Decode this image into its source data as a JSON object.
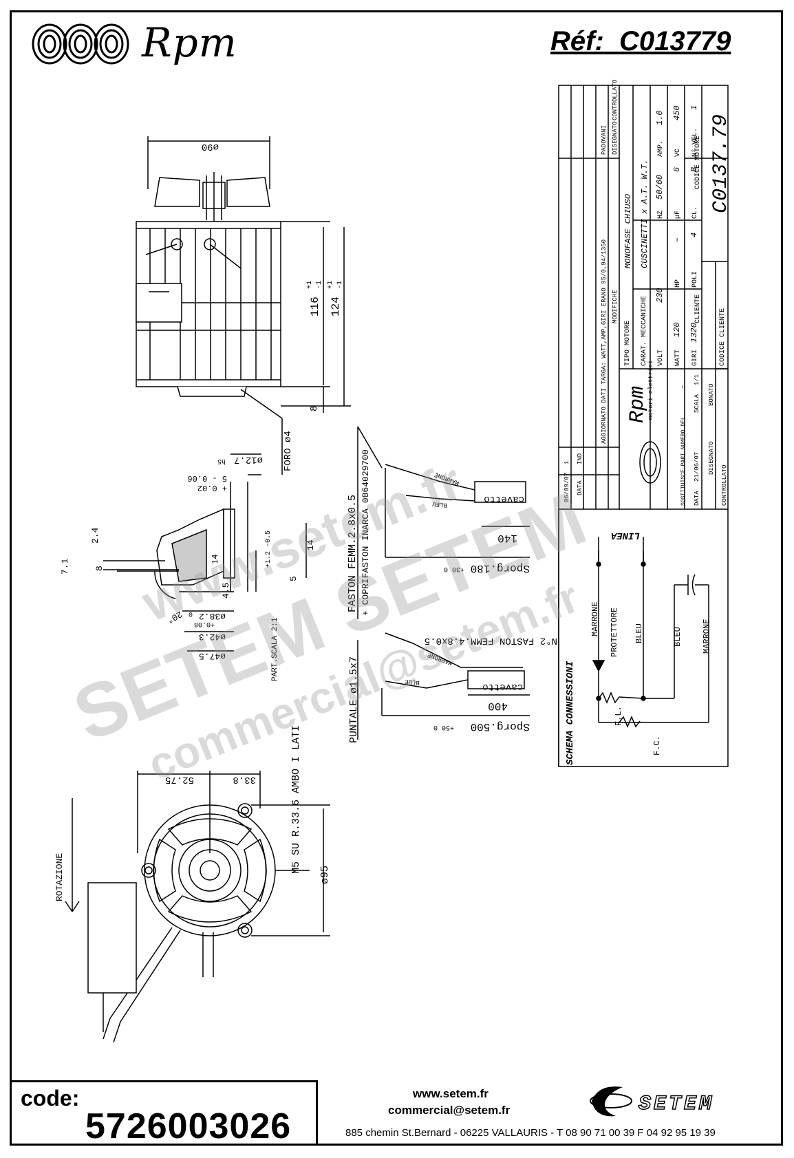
{
  "header": {
    "brand_name": "Rpm",
    "ref_label": "Réf:",
    "ref_value": "C013779"
  },
  "drawing": {
    "fan_diameter": "ø90",
    "dim_116": "116",
    "dim_124": "124",
    "tol_plus": "+1",
    "tol_minus": "-1",
    "dim_8_side": "8",
    "foro": "FORO ø4",
    "shaft_d127": "ø12.7",
    "tol_h5": "h5",
    "shaft_tol_upper": "5 - 0.06",
    "shaft_tol_lower": "+ 0.02",
    "dim_24": "2.4",
    "dim_71": "7.1",
    "dim_8": "8",
    "dim_14a": "14",
    "dim_14b": "14",
    "dim_12_05": "+1.2 -0.5",
    "dim_5": "5",
    "dim_45": "4.5",
    "angle_20": "20°",
    "dim_382": "ø38.2",
    "tol_0": "0",
    "tol_008": "+0.08",
    "dim_423": "ø42.3",
    "dim_475": "ø47.5",
    "part_scala": "PART.SCALA 2:1",
    "dim_5275": "52.75",
    "dim_338": "33.8",
    "m5": "M5 SU R.33.6 AMBO I LATI",
    "dim_95": "ø95",
    "rotazione": "ROTAZIONE",
    "faston1": "FASTON FEMM.2.8x0.5",
    "coprifaston": "+ COPRIFASTON INARCA 0864029700",
    "marrone_small": "MARRONE",
    "bleu_small": "BLEU",
    "cavetto": "cavetto",
    "dim_140": "140",
    "sporg180": "Sporg.180",
    "sporg180_tol": "+30 0",
    "n2_faston": "N°2 FASTON FEMM.4.8x0.5",
    "marrone_small2": "MARRONE",
    "blue_small": "BLUE",
    "cavetto2": "cavetto",
    "dim_400": "400",
    "sporg500": "Sporg.500",
    "sporg500_tol": "+50 0",
    "puntale": "PUNTALE ø1.5x7"
  },
  "title_block": {
    "rev_no": "1",
    "rev_date": "06/09/07",
    "rev_note": "AGGIORNATO DATI TARGA: WATT,AMP,GIRI ERANO 95/0,94/1350",
    "ind": "IND",
    "data": "DATA",
    "modifiche": "MODIFICHE",
    "padovani": "PADOVANI",
    "disegnato": "DISEGNATO",
    "controllato": "CONTROLLATO",
    "tipo_motore_label": "TIPO MOTORE",
    "tipo_motore_value": "MONOFASE CHIUSO",
    "carat_label": "CARAT. MECCANICHE",
    "carat_value": "CUSCINETTI x A.T. W.T.",
    "volt_label": "VOLT",
    "volt_value": "230",
    "hz_label": "HZ",
    "hz_value": "50/60",
    "amp_label": "AMP.",
    "amp_value": "1.0",
    "watt_label": "WATT",
    "watt_value": "120",
    "hp_label": "HP",
    "hp_value": "–",
    "uf_label": "µF",
    "uf_value": "6",
    "vc_label": "VC",
    "vc_value": "450",
    "giri_label": "GIRI",
    "giri_value": "1320",
    "poli_label": "POLI",
    "poli_value": "4",
    "cl_label": "CL.",
    "cl_value": "B",
    "nvel_label": "N° VEL.",
    "nvel_value": "1",
    "codice_motore_label": "CODICE MOTORE",
    "codice_motore_value": "C0137.79",
    "cliente_label": "CLIENTE",
    "codice_cliente_label": "CODICE CLIENTE",
    "brand": "Rpm",
    "brand_sub": "motori elettrici",
    "sostituisce": "SOSTITUISCE PARI NUMERO DEL",
    "sostituisce_value": "–",
    "data_label": "DATA",
    "data_value": "21/06/07",
    "scala_label": "SCALA",
    "scala_value": "1/1",
    "disegnato_label": "DISEGNATO",
    "bonato": "BONATO",
    "controllato_label": "CONTROLLATO"
  },
  "schema": {
    "title": "SCHEMA CONNESSIONI",
    "linea": "LINEA",
    "marrone1": "MARRONE",
    "protettore": "PROTETTORE",
    "bleu1": "BLEU",
    "bleu2": "BLEU",
    "marrone2": "MARRONE",
    "fl": "F.L.",
    "fc": "F.C."
  },
  "watermark": {
    "w1": "www.setem.fr",
    "w2": "SETEM SETEM",
    "w3": "commercial@setem.fr"
  },
  "footer": {
    "code_label": "code:",
    "code_value": "5726003026",
    "website": "www.setem.fr",
    "email": "commercial@setem.fr",
    "address": "885 chemin St.Bernard  -  06225 VALLAURIS  -  T 08 90 71 00 39   F 04 92 95 19 39",
    "setem_logo_text": "SETEM"
  }
}
